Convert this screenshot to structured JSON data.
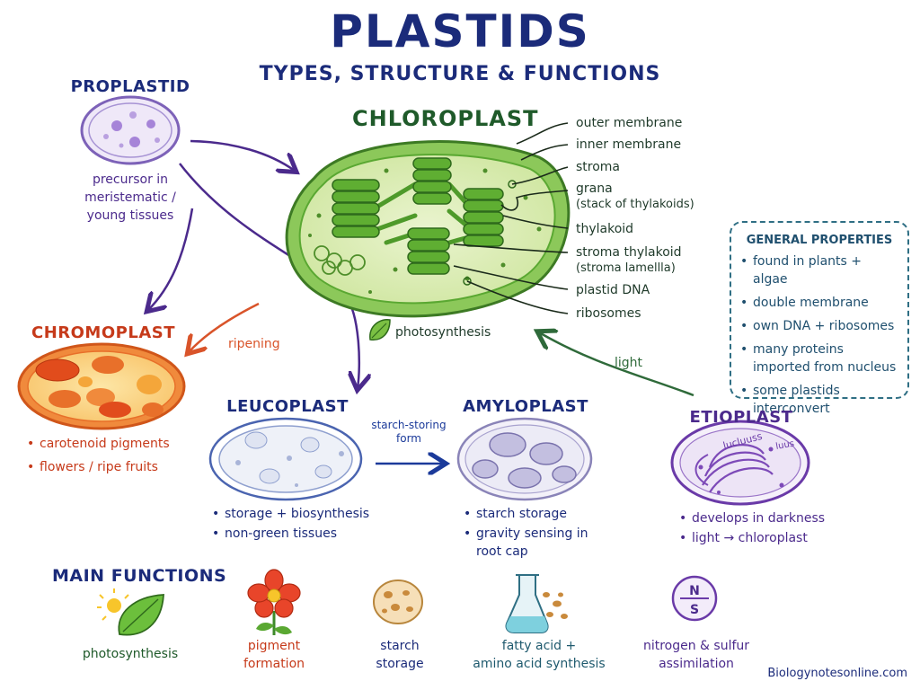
{
  "title": "PLASTIDS",
  "subtitle": "TYPES, STRUCTURE & FUNCTIONS",
  "proplastid": {
    "name": "PROPLASTID",
    "desc": [
      "precursor in",
      "meristematic /",
      "young tissues"
    ]
  },
  "chloroplast": {
    "name": "CHLOROPLAST",
    "function": "photosynthesis",
    "labels": [
      "outer membrane",
      "inner membrane",
      "stroma",
      "grana",
      "(stack of thylakoids)",
      "thylakoid",
      "stroma thylakoid",
      "(stroma lamellla)",
      "plastid DNA",
      "ribosomes"
    ]
  },
  "general_properties": {
    "heading": "GENERAL PROPERTIES",
    "items": [
      "found in plants + algae",
      "double membrane",
      "own DNA + ribosomes",
      "many proteins imported from nucleus",
      "some plastids interconvert"
    ]
  },
  "chromoplast": {
    "name": "CHROMOPLAST",
    "items": [
      "carotenoid pigments",
      "flowers / ripe fruits"
    ],
    "arrow_label": "ripening"
  },
  "leucoplast": {
    "name": "LEUCOPLAST",
    "items": [
      "storage + biosynthesis",
      "non-green tissues"
    ],
    "arrow_label": [
      "starch-storing",
      "form"
    ]
  },
  "amyloplast": {
    "name": "AMYLOPLAST",
    "items": [
      "starch storage",
      "gravity sensing in root cap"
    ]
  },
  "etioplast": {
    "name": "ETIOPLAST",
    "items": [
      "develops in darkness",
      "light → chloroplast"
    ],
    "arrow_label": "light",
    "inner_labels": [
      "lucluuss",
      "luus"
    ]
  },
  "main_functions": {
    "heading": "MAIN FUNCTIONS",
    "items": [
      {
        "icon": "leaf-sun-icon",
        "label": [
          "photosynthesis"
        ],
        "color": "#1f5a2a"
      },
      {
        "icon": "flower-icon",
        "label": [
          "pigment",
          "formation"
        ],
        "color": "#c63a1a"
      },
      {
        "icon": "starch-granule-icon",
        "label": [
          "starch",
          "storage"
        ],
        "color": "#1b2b7a"
      },
      {
        "icon": "flask-icon",
        "label": [
          "fatty acid +",
          "amino acid synthesis"
        ],
        "color": "#1f5a6e"
      },
      {
        "icon": "ns-badge-icon",
        "label": [
          "nitrogen & sulfur",
          "assimilation"
        ],
        "color": "#4b2a8c"
      }
    ],
    "ns_badge": {
      "top": "N",
      "bottom": "S"
    }
  },
  "watermark": "Biologynotesonline.com",
  "colors": {
    "title": "#1b2b7a",
    "chloroplast": "#5aa832",
    "chromoplast": "#e8702a",
    "leucoplast": "#5a78b8",
    "amyloplast": "#8a84b8",
    "etioplast": "#6a3aa8",
    "props_border": "#2f6f84"
  }
}
